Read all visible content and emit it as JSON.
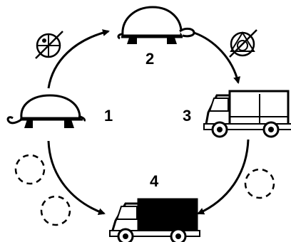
{
  "stages": [
    {
      "number": "1",
      "subject": "turtle",
      "icon": "turtle-icon"
    },
    {
      "number": "2",
      "subject": "turtle",
      "icon": "turtle-icon"
    },
    {
      "number": "3",
      "subject": "truck",
      "icon": "truck-icon"
    },
    {
      "number": "4",
      "subject": "truck",
      "icon": "truck-icon"
    }
  ],
  "cycle_arrows": [
    {
      "from": "1",
      "to": "2"
    },
    {
      "from": "2",
      "to": "3"
    },
    {
      "from": "3",
      "to": "4"
    },
    {
      "from": "1",
      "to": "4"
    }
  ],
  "symbols": {
    "prohibited_a": "crossed-circle-dot-icon",
    "prohibited_b": "crossed-circle-triangle-icon",
    "empty_marker": "dashed-circle-icon"
  },
  "colors": {
    "ink": "#000000",
    "background": "#ffffff"
  }
}
